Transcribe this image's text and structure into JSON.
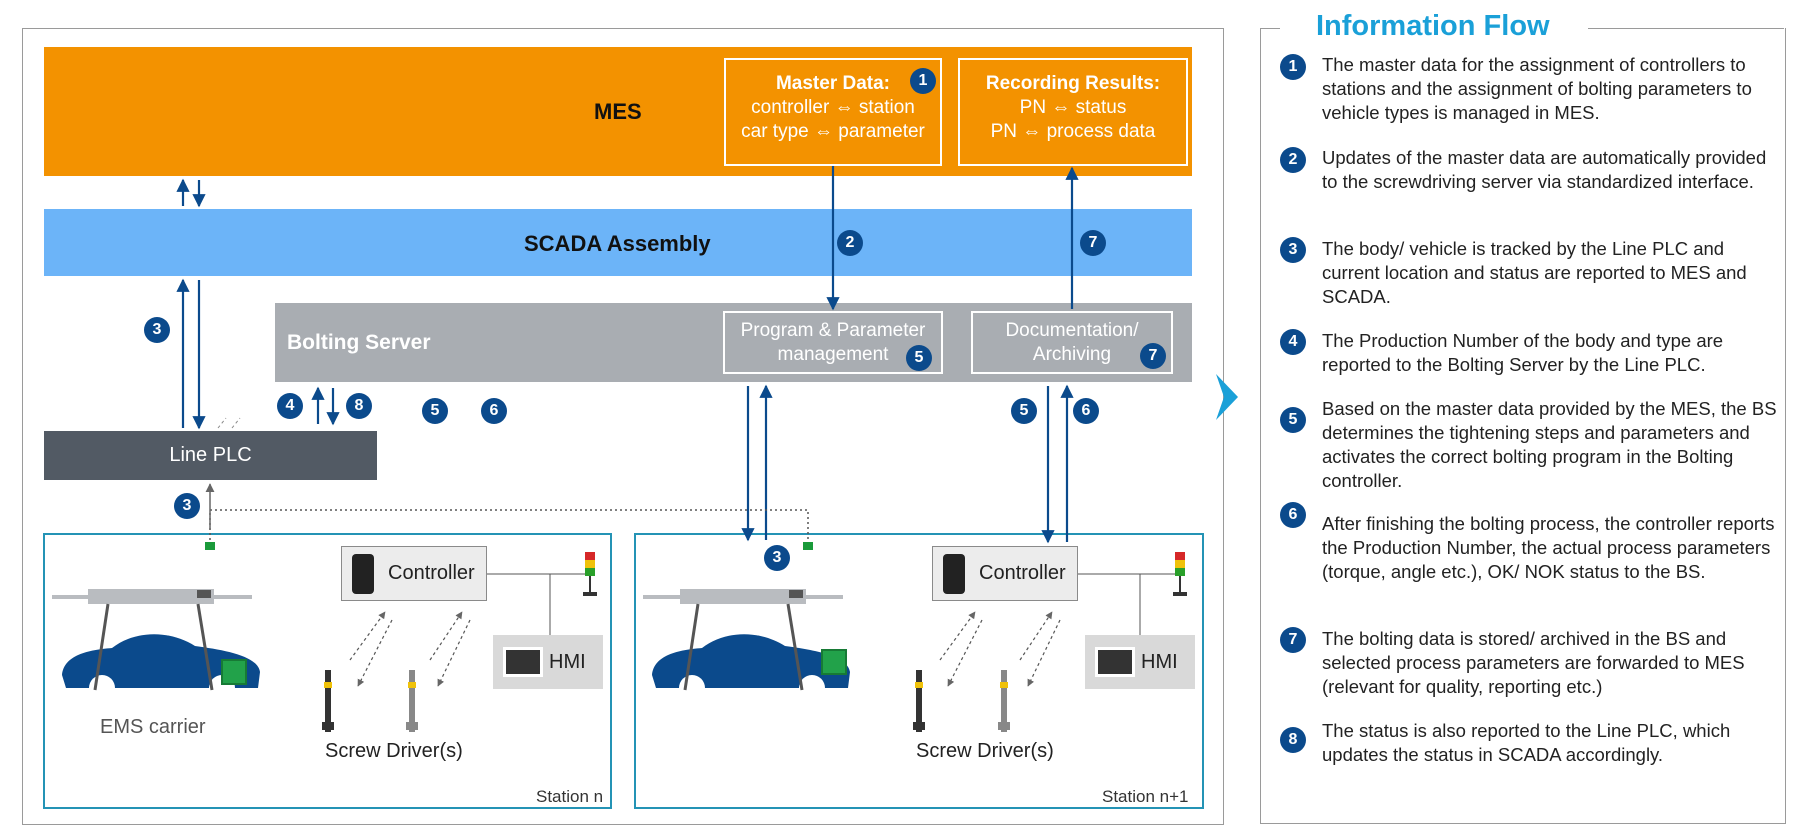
{
  "layers": {
    "mes": "MES",
    "scada": "SCADA Assembly",
    "bolting_server": "Bolting Server",
    "line_plc": "Line PLC"
  },
  "master_data": {
    "title": "Master Data:",
    "line1": "controller ⇔ station",
    "line2": "car type ⇔ parameter"
  },
  "recording_results": {
    "title": "Recording Results:",
    "line1": "PN ⇔ status",
    "line2": "PN ⇔ process data"
  },
  "bs_boxes": {
    "program_line1": "Program & Parameter",
    "program_line2": "management",
    "doc_line1": "Documentation/",
    "doc_line2": "Archiving"
  },
  "stations": [
    {
      "label": "Station n",
      "controller": "Controller",
      "hmi": "HMI",
      "carrier": "EMS carrier",
      "drivers": "Screw Driver(s)"
    },
    {
      "label": "Station n+1",
      "controller": "Controller",
      "hmi": "HMI",
      "drivers": "Screw Driver(s)"
    }
  ],
  "badges": [
    "1",
    "2",
    "3",
    "4",
    "5",
    "6",
    "7",
    "8"
  ],
  "info": {
    "title": "Information Flow",
    "items": [
      {
        "num": "1",
        "text": "The master data for the assignment of controllers to stations and the assignment of bolting parameters to vehicle types is managed in MES."
      },
      {
        "num": "2",
        "text": "Updates of the master data are automatically provided to the screwdriving server via standardized interface."
      },
      {
        "num": "3",
        "text": "The body/ vehicle is tracked by the Line PLC and current location and status are reported to MES and SCADA."
      },
      {
        "num": "4",
        "text": "The Production Number of the body and type are reported to the Bolting Server by the Line PLC."
      },
      {
        "num": "5",
        "text": "Based on the master data provided by the MES, the BS determines the tightening steps and parameters and activates the correct bolting program in the Bolting controller."
      },
      {
        "num": "6",
        "text": "After finishing the bolting process, the controller reports the Production Number, the actual process parameters (torque, angle etc.), OK/ NOK status to the BS."
      },
      {
        "num": "7",
        "text": "The bolting data is stored/ archived in the BS and selected process parameters are forwarded to MES (relevant for quality, reporting etc.)"
      },
      {
        "num": "8",
        "text": "The status is also reported to the Line PLC, which updates the status in SCADA accordingly."
      }
    ]
  },
  "colors": {
    "mes": "#f39200",
    "scada": "#6cb4f8",
    "bolting_server": "#a9adb2",
    "plc": "#525a64",
    "badge": "#0b4a8c",
    "station_border": "#2493b5",
    "title": "#1aa0d8"
  }
}
